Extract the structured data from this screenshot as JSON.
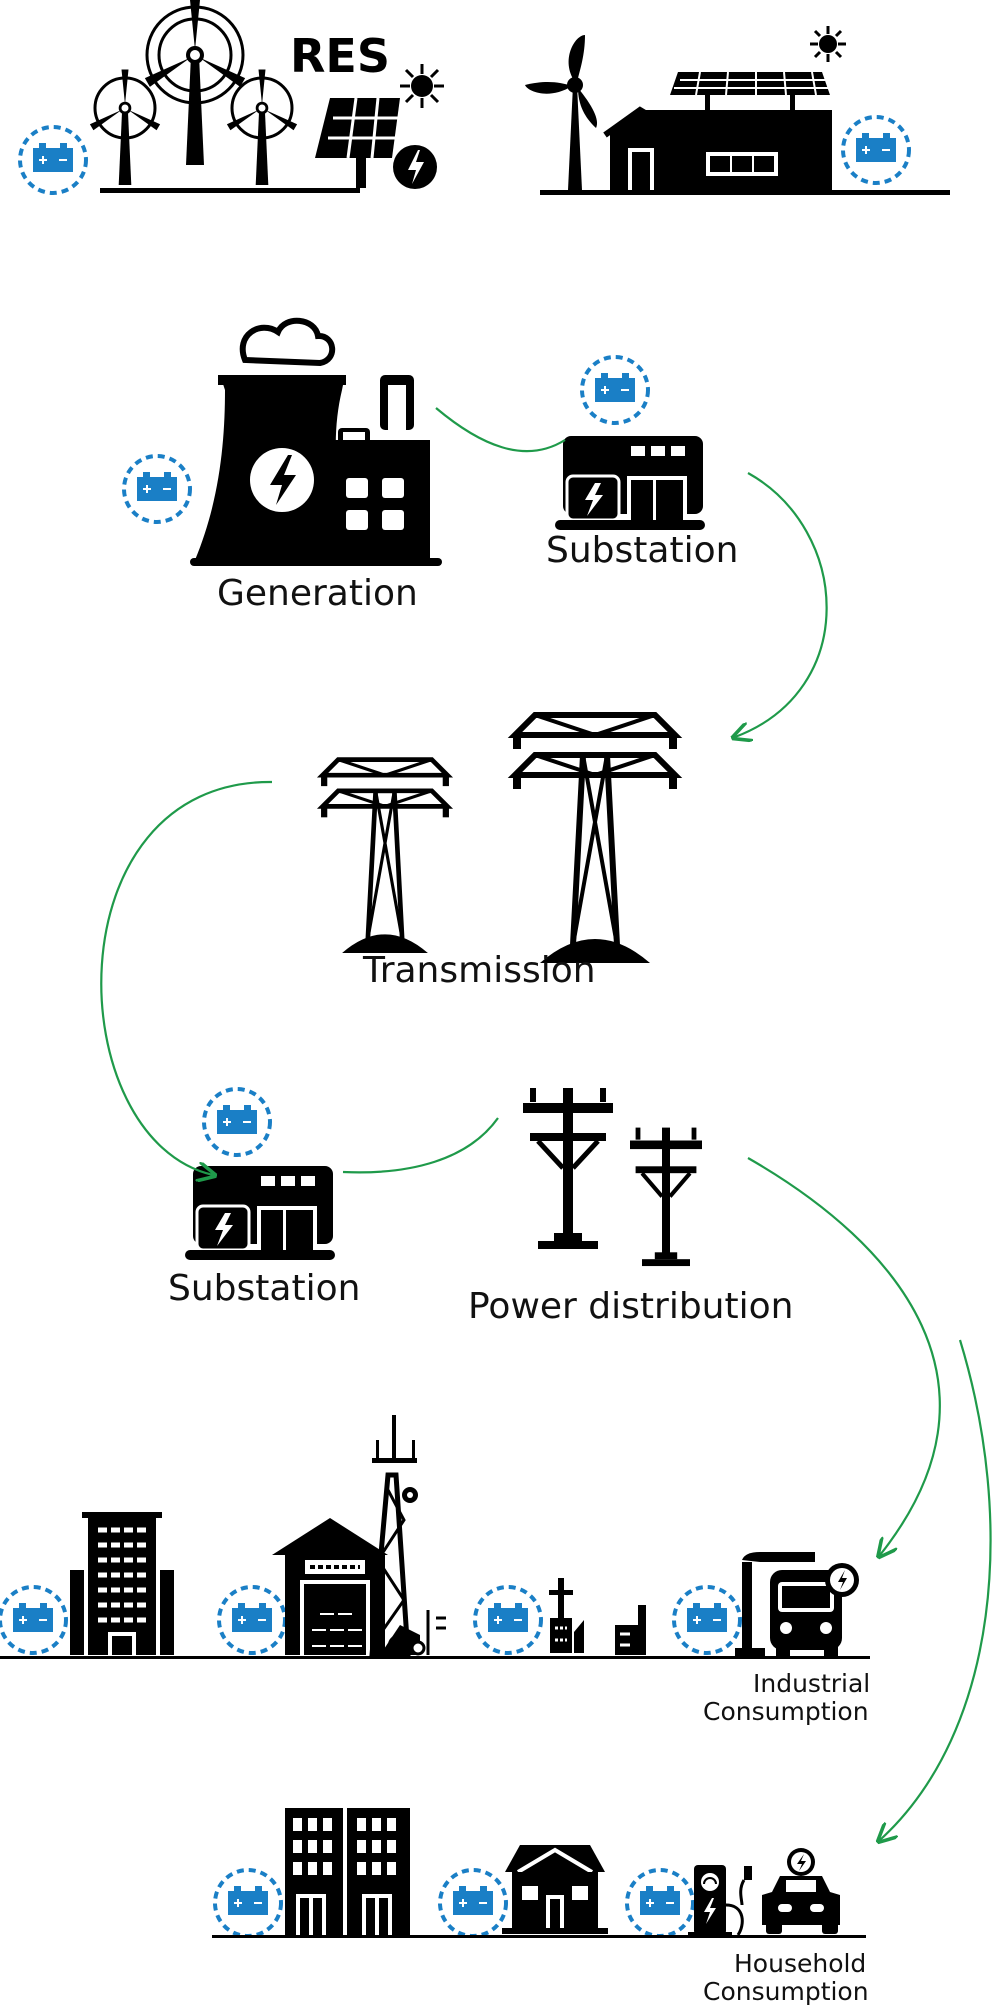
{
  "diagram": {
    "res_label": "RES",
    "generation_label": "Generation",
    "substation_top_label": "Substation",
    "transmission_label": "Transmission",
    "substation_bottom_label": "Substation",
    "distribution_label": "Power distribution",
    "industrial_label_line1": "Industrial",
    "industrial_label_line2": "Consumption",
    "household_label_line1": "Household",
    "household_label_line2": "Consumption"
  },
  "colors": {
    "arrow": "#1f9a4a",
    "battery": "#1a7fc6",
    "icon": "#000000"
  },
  "icons": [
    "wind-turbine-icon",
    "solar-panel-icon",
    "sun-icon",
    "barn-icon",
    "power-plant-icon",
    "substation-icon",
    "transmission-tower-icon",
    "utility-pole-icon",
    "office-building-icon",
    "warehouse-icon",
    "radio-tower-icon",
    "factory-icon",
    "ev-bus-icon",
    "apartment-icon",
    "house-icon",
    "ev-charger-icon",
    "electric-car-icon",
    "battery-icon"
  ]
}
